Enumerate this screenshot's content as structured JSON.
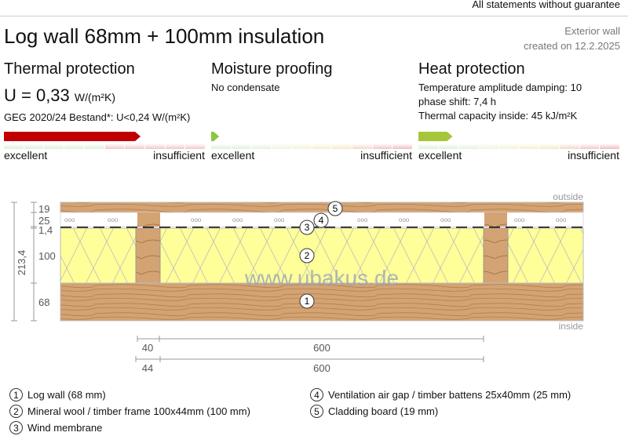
{
  "header": {
    "disclaimer": "All statements without guarantee",
    "title": "Log wall 68mm + 100mm insulation",
    "type": "Exterior wall",
    "created": "created on 12.2.2025"
  },
  "thermal": {
    "heading": "Thermal protection",
    "u_label": "U = 0,33",
    "u_unit": "W/(m²K)",
    "requirement": "GEG 2020/24 Bestand*: U<0,24 W/(m²K)",
    "rating_fraction": 0.68,
    "color": "#c00000",
    "scale_low": "excellent",
    "scale_high": "insufficient"
  },
  "moisture": {
    "heading": "Moisture proofing",
    "text": "No condensate",
    "rating_fraction": 0.04,
    "color": "#8cc63f",
    "scale_low": "excellent",
    "scale_high": "insufficient"
  },
  "heat": {
    "heading": "Heat protection",
    "line1": "Temperature amplitude damping: 10",
    "line2": "phase shift: 7,4 h",
    "line3": "Thermal capacity inside: 45 kJ/m²K",
    "rating_fraction": 0.17,
    "color": "#a6c63a",
    "scale_low": "excellent",
    "scale_high": "insufficient"
  },
  "diagram": {
    "outside": "outside",
    "inside": "inside",
    "watermark": "www.ubakus.de",
    "layers_mm": [
      "19",
      "25",
      "1,4",
      "100",
      "68"
    ],
    "total": "213,4",
    "dim1a": "40",
    "dim1b": "600",
    "dim2a": "44",
    "dim2b": "600",
    "markers": [
      "1",
      "2",
      "3",
      "4",
      "5"
    ]
  },
  "legend": [
    {
      "n": "1",
      "label": "Log wall (68 mm)"
    },
    {
      "n": "2",
      "label": "Mineral wool / timber frame 100x44mm (100 mm)"
    },
    {
      "n": "3",
      "label": "Wind membrane"
    },
    {
      "n": "4",
      "label": "Ventilation air gap / timber battens 25x40mm (25 mm)"
    },
    {
      "n": "5",
      "label": "Cladding board (19 mm)"
    }
  ]
}
